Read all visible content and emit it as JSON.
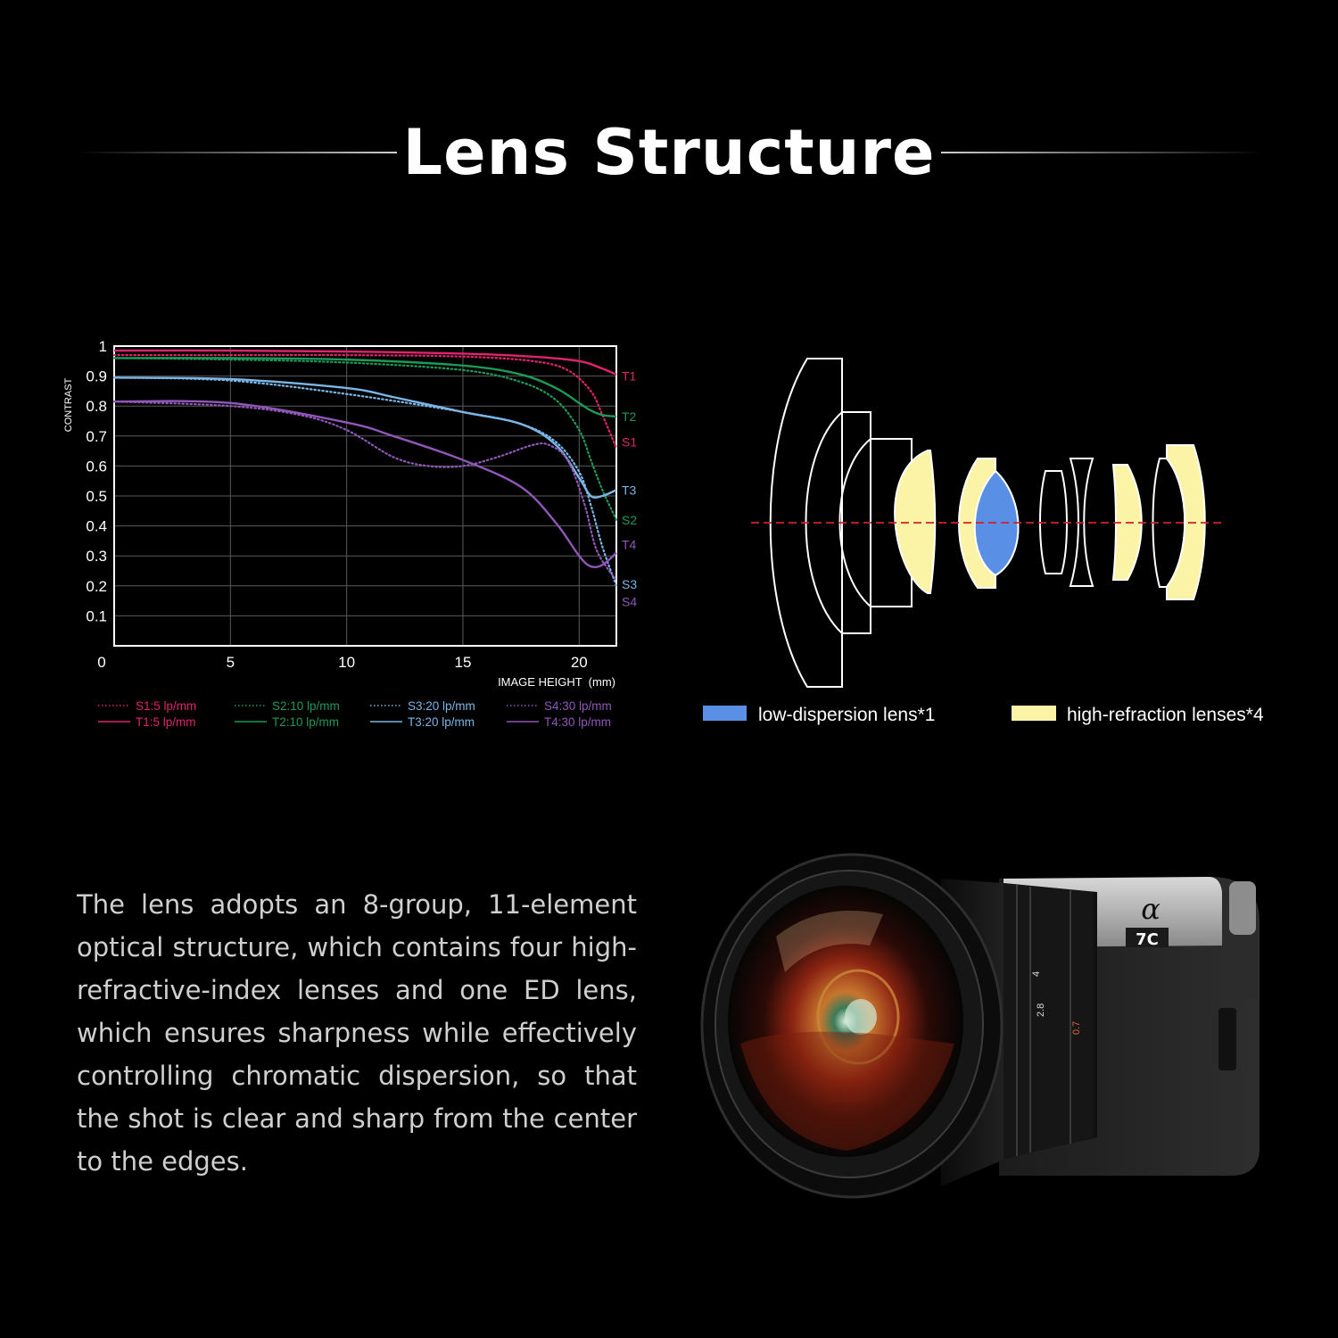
{
  "header": {
    "title": "Lens Structure"
  },
  "chart_data": {
    "type": "line",
    "ylabel": "CONTRAST",
    "xlabel": "IMAGE HEIGHT  (mm)",
    "xlim": [
      0,
      21.6
    ],
    "ylim": [
      0,
      1
    ],
    "x_ticks": [
      "0",
      "5",
      "10",
      "15",
      "20"
    ],
    "y_ticks": [
      "1",
      "0.9",
      "0.8",
      "0.7",
      "0.6",
      "0.5",
      "0.4",
      "0.3",
      "0.2",
      "0.1"
    ],
    "grid": true,
    "series": [
      {
        "name": "S1:5 lp/mm",
        "end_label": "S1",
        "color": "#e0236f",
        "style": "dotted",
        "x": [
          0,
          5,
          10,
          15,
          18,
          19.5,
          20.5,
          21,
          21.6
        ],
        "y": [
          0.97,
          0.97,
          0.97,
          0.965,
          0.95,
          0.92,
          0.85,
          0.77,
          0.66
        ]
      },
      {
        "name": "T1:5 lp/mm",
        "end_label": "T1",
        "color": "#e0236f",
        "style": "solid",
        "x": [
          0,
          5,
          10,
          15,
          18,
          20,
          21,
          21.6
        ],
        "y": [
          0.985,
          0.985,
          0.982,
          0.975,
          0.965,
          0.95,
          0.925,
          0.905
        ]
      },
      {
        "name": "S2:10 lp/mm",
        "end_label": "S2",
        "color": "#1e9a57",
        "style": "dotted",
        "x": [
          0,
          5,
          10,
          15,
          17.5,
          19,
          20,
          20.5,
          21,
          21.6
        ],
        "y": [
          0.96,
          0.955,
          0.945,
          0.92,
          0.88,
          0.82,
          0.72,
          0.62,
          0.52,
          0.42
        ]
      },
      {
        "name": "T2:10 lp/mm",
        "end_label": "T2",
        "color": "#1e9a57",
        "style": "solid",
        "x": [
          0,
          5,
          10,
          15,
          17.5,
          19,
          20,
          20.5,
          21,
          21.6
        ],
        "y": [
          0.96,
          0.96,
          0.955,
          0.935,
          0.905,
          0.86,
          0.81,
          0.785,
          0.77,
          0.765
        ]
      },
      {
        "name": "S3:20 lp/mm",
        "end_label": "S3",
        "color": "#7ab6e6",
        "style": "dotted",
        "x": [
          0,
          5,
          10,
          15,
          17.5,
          19,
          20,
          20.5,
          21,
          21.6
        ],
        "y": [
          0.895,
          0.885,
          0.84,
          0.78,
          0.74,
          0.68,
          0.58,
          0.47,
          0.33,
          0.2
        ]
      },
      {
        "name": "T3:20 lp/mm",
        "end_label": "T3",
        "color": "#7ab6e6",
        "style": "solid",
        "x": [
          0,
          5,
          10,
          12,
          15,
          17.5,
          19,
          20,
          20.5,
          21,
          21.6
        ],
        "y": [
          0.895,
          0.89,
          0.86,
          0.83,
          0.78,
          0.74,
          0.67,
          0.56,
          0.5,
          0.5,
          0.52
        ]
      },
      {
        "name": "S4:30 lp/mm",
        "end_label": "S4",
        "color": "#9056b8",
        "style": "dotted",
        "x": [
          0,
          5,
          8,
          10,
          12,
          13.5,
          15,
          16.5,
          18,
          18.7,
          19.5,
          20.2,
          20.7,
          21.2,
          21.6
        ],
        "y": [
          0.815,
          0.8,
          0.77,
          0.72,
          0.63,
          0.6,
          0.6,
          0.63,
          0.67,
          0.67,
          0.62,
          0.48,
          0.33,
          0.26,
          0.22
        ]
      },
      {
        "name": "T4:30 lp/mm",
        "end_label": "T4",
        "color": "#9056b8",
        "style": "solid",
        "x": [
          0,
          5,
          10,
          12,
          15,
          17.5,
          19,
          20,
          20.5,
          21,
          21.6
        ],
        "y": [
          0.815,
          0.81,
          0.745,
          0.7,
          0.62,
          0.53,
          0.41,
          0.3,
          0.265,
          0.27,
          0.31
        ]
      }
    ]
  },
  "legend": {
    "low_dispersion": "low-dispersion lens*1",
    "high_refraction": "high-refraction lenses*4",
    "low_dispersion_color": "#5a8fe6",
    "high_refraction_color": "#fbf3a5"
  },
  "body": {
    "description": "The lens adopts an 8-group, 11-element optical structure, which contains four high-refractive-index lenses and one ED lens, which ensures sharpness while effectively controlling chromatic dispersion, so that the shot is clear and sharp from the center to the edges."
  },
  "camera": {
    "brand_mark": "α",
    "model": "7C"
  }
}
